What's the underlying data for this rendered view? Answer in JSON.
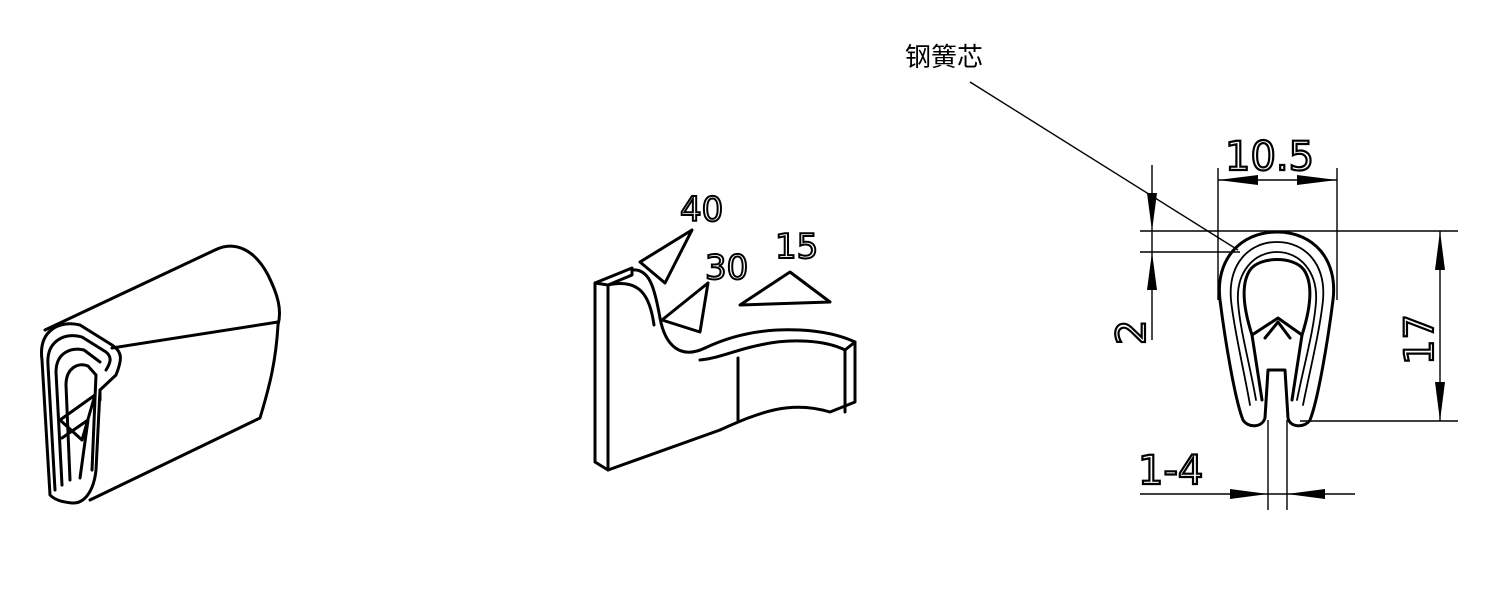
{
  "figure": {
    "views": [
      "isometric-profile",
      "mounting-angles",
      "cross-section"
    ]
  },
  "callout": {
    "core_label": "钢簧芯"
  },
  "angles": {
    "a1": "40",
    "a2": "30",
    "a3": "15"
  },
  "dimensions": {
    "width": "10.5",
    "wall": "2",
    "height": "17",
    "grip_range": "1-4"
  }
}
